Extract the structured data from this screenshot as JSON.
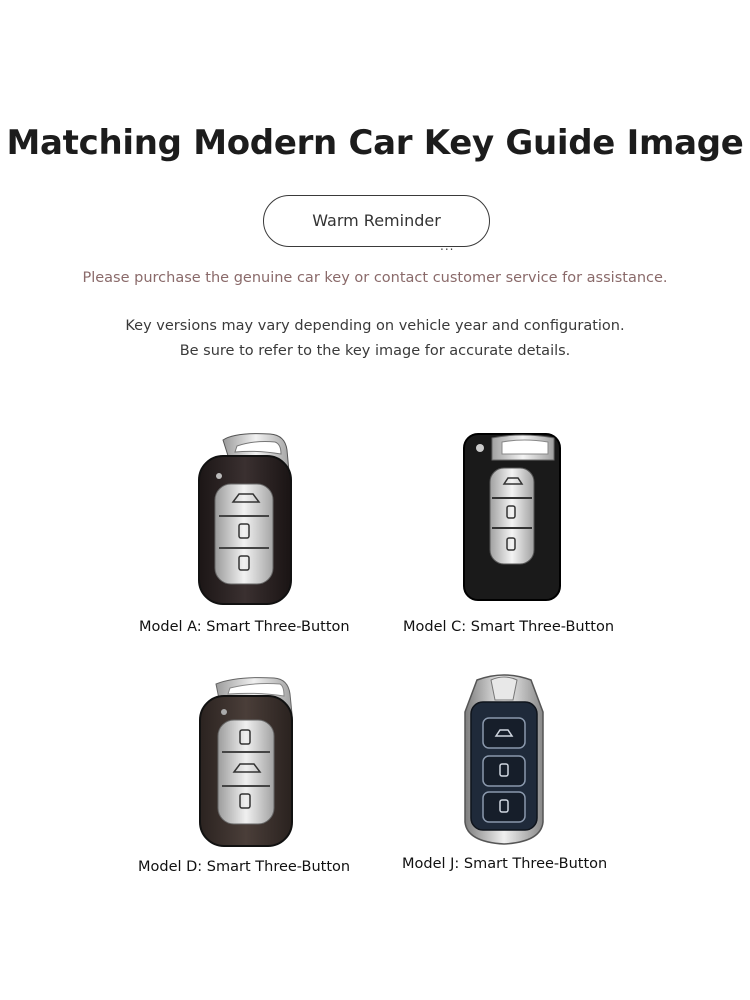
{
  "title": "Matching Modern Car Key Guide Image",
  "reminder_button": "Warm Reminder",
  "reminder_dots": "...",
  "notice": "Please purchase the genuine car key or contact customer service for assistance.",
  "info_lines": [
    "Key versions may vary depending on vehicle year and configuration.",
    "Be sure to refer to the key image for accurate details."
  ],
  "models": [
    {
      "label": "Model A: Smart Three-Button"
    },
    {
      "label": "Model C: Smart Three-Button"
    },
    {
      "label": "Model D: Smart Three-Button"
    },
    {
      "label": "Model J: Smart Three-Button"
    }
  ],
  "colors": {
    "notice": "#8a6a6a",
    "key_dark": "#2a2424",
    "key_button_silver": "#d8d8d8",
    "key_navy": "#1f2a3a"
  }
}
